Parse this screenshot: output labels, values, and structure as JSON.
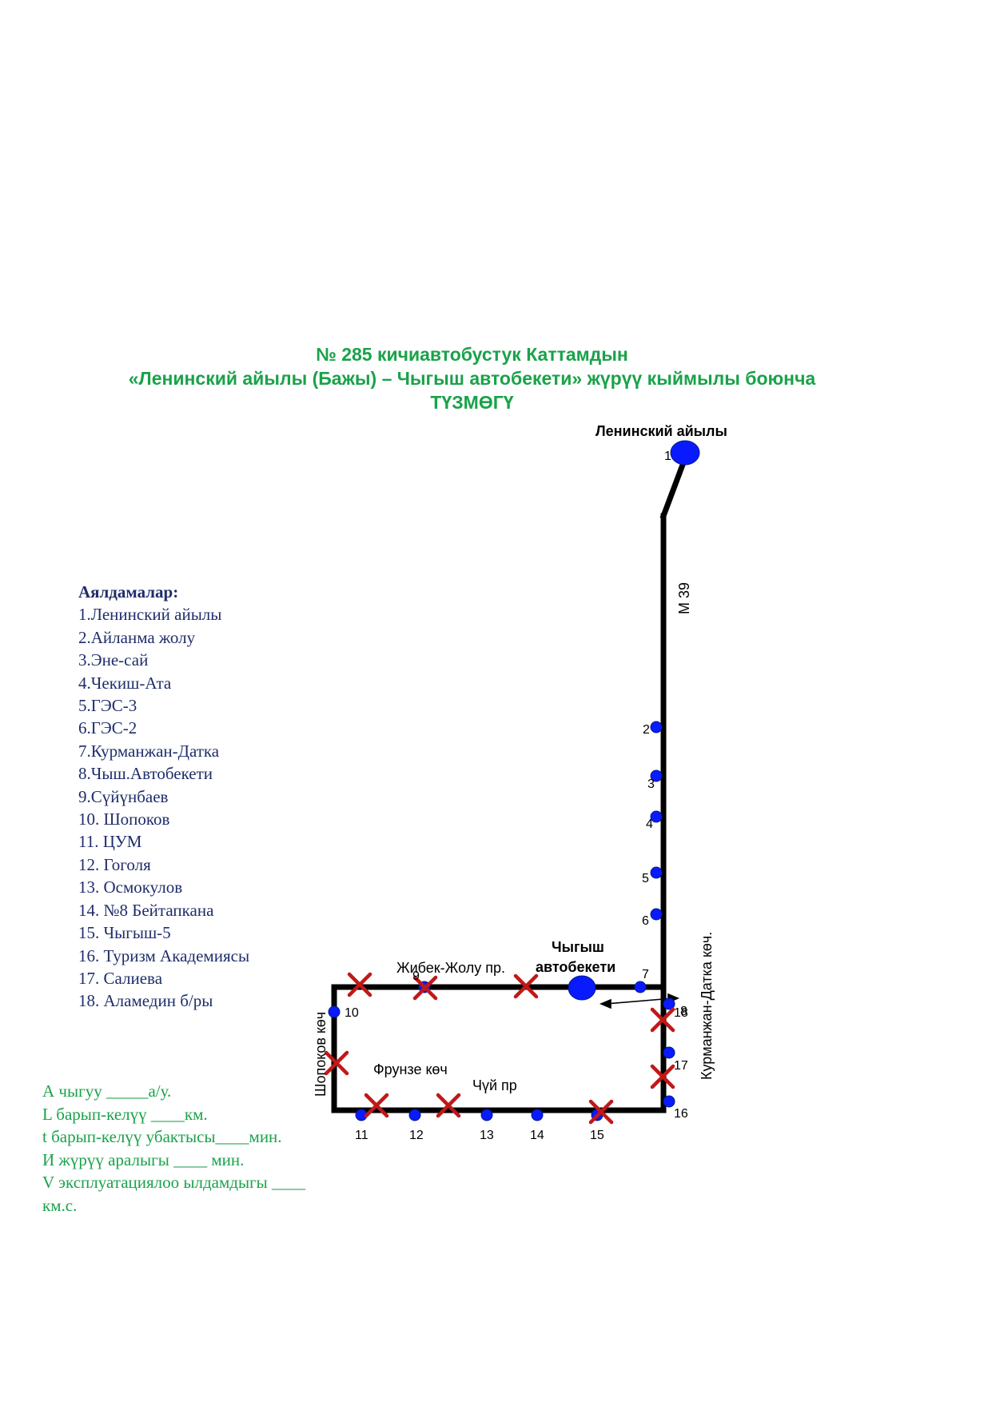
{
  "title": {
    "line1": "№ 285  кичиавтобустук Каттамдын",
    "line2": "«Ленинский айылы (Бажы) – Чыгыш автобекети» жүрүү кыймылы боюнча",
    "line3": "ТҮЗМӨГҮ"
  },
  "stops_list": {
    "header": "Аялдамалар:",
    "items": [
      "1.Ленинский айылы",
      "2.Айланма жолу",
      "3.Эне-сай",
      "4.Чекиш-Ата",
      "5.ГЭС-3",
      "6.ГЭС-2",
      "7.Курманжан-Датка",
      "8.Чыш.Автобекети",
      "9.Сүйүнбаев",
      "10. Шопоков",
      "11. ЦУМ",
      "12. Гоголя",
      "13. Осмокулов",
      "14. №8 Бейтапкана",
      "15. Чыгыш-5",
      "16. Туризм Академиясы",
      "17. Салиева",
      "18. Аламедин б/ры"
    ]
  },
  "params": {
    "line1": "А чыгуу   _____а/у.",
    "line2": "L барып-келүү  ____км.",
    "line3": "t барып-келүү убактысы____мин.",
    "line4": "И жүрүү аралыгы ____     мин.",
    "line5": "V эксплуатациялоо ылдамдыгы ____",
    "line6": "км.с."
  },
  "map": {
    "terminal_start": "Ленинский айылы",
    "terminal_end_line1": "Чыгыш",
    "terminal_end_line2": "автобекети",
    "streets": {
      "m39": "M 39",
      "zhibek": "Жибек-Жолу пр.",
      "frunze": "Фрунзе көч",
      "chui": "Чүй пр",
      "shopokov": "Шопоков көч",
      "kurmanjan": "Курманжан-Датка көч."
    },
    "stop_numbers": [
      "1",
      "2",
      "3",
      "4",
      "5",
      "6",
      "7",
      "8",
      "9",
      "10",
      "11",
      "12",
      "13",
      "14",
      "15",
      "16",
      "17",
      "18"
    ]
  },
  "colors": {
    "title_green": "#1aa24a",
    "list_navy": "#1f2d6b",
    "stop_blue": "#0a1aff",
    "cross_red": "#c01818",
    "route_black": "#000000"
  }
}
